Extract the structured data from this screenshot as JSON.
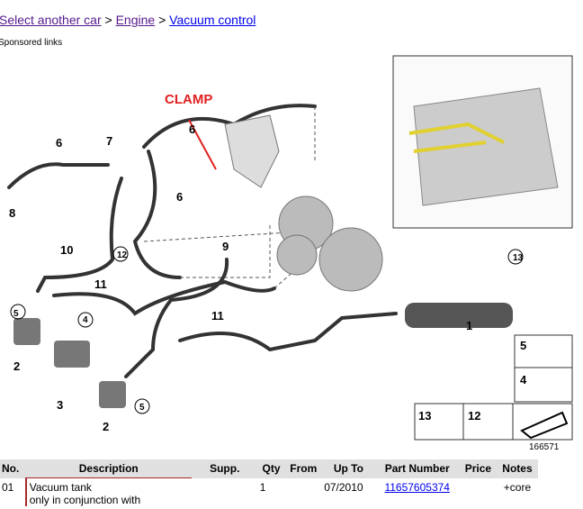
{
  "breadcrumb": {
    "items": [
      "Select another car",
      "Engine",
      "Vacuum control"
    ],
    "sep": ">"
  },
  "sponsored": "Sponsored links",
  "diagram": {
    "annotation": "CLAMP",
    "callouts": [
      "6",
      "7",
      "6",
      "8",
      "6",
      "10",
      "12",
      "9",
      "11",
      "11",
      "13",
      "1",
      "5",
      "2",
      "4",
      "3",
      "2",
      "5",
      "5",
      "4",
      "13",
      "12"
    ],
    "image_number": "166571"
  },
  "table": {
    "headers": [
      "No.",
      "Description",
      "Supp.",
      "Qty",
      "From",
      "Up To",
      "Part Number",
      "Price",
      "Notes"
    ],
    "rows": [
      {
        "no": "01",
        "description": "Vacuum tank",
        "description2": "only in conjunction with",
        "supp": "",
        "qty": "1",
        "from": "",
        "upto": "07/2010",
        "part": "11657605374",
        "price": "",
        "notes": "+core"
      }
    ]
  }
}
